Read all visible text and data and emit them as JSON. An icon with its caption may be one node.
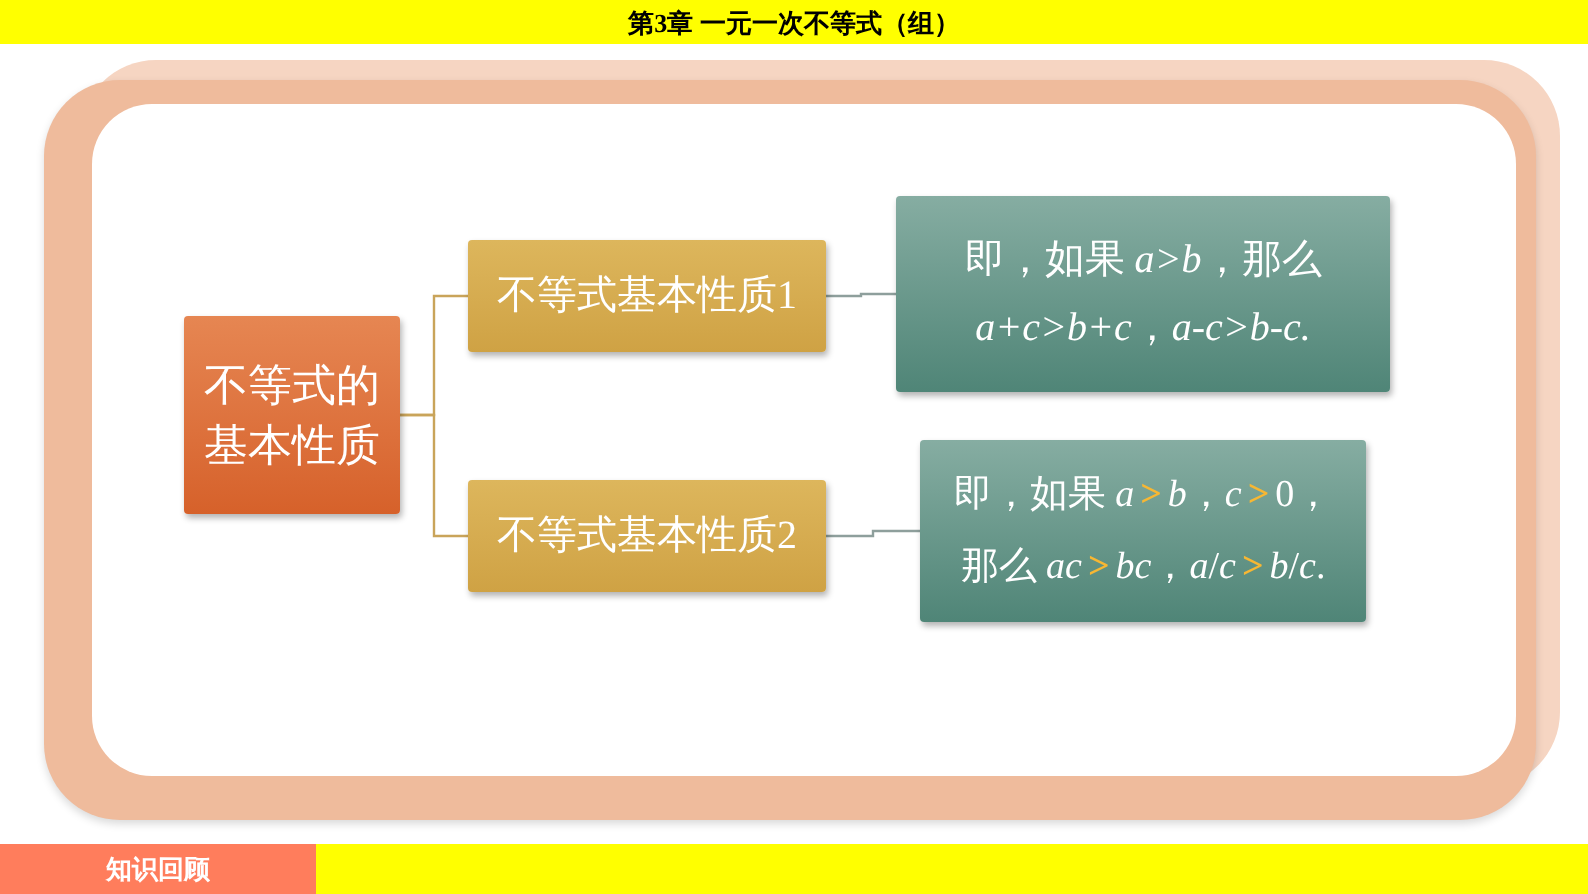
{
  "diagram": {
    "title": "第3章 一元一次不等式（组）",
    "nodes": [
      {
        "text": [
          "不等式的基本性质"
        ]
      },
      {
        "text": [
          "不等式基本性质1"
        ]
      },
      {
        "text": [
          "不等式基本性质2"
        ]
      },
      {
        "text": [
          "即，如果 *a>b*，那么 *a+c>b+c*，*a-c>b-c.*"
        ]
      },
      {
        "text": [
          "即，如果 *a*>*b*，*c*>0，那么 *ac*>*bc*，*a*/*c*>*b*/*c*."
        ]
      }
    ],
    "edges": [
      {
        "from": 0,
        "to": 1,
        "arrow": "none",
        "color": "#c9a45a"
      },
      {
        "from": 0,
        "to": 2,
        "arrow": "none",
        "color": "#c9a45a"
      },
      {
        "from": 1,
        "to": 3,
        "arrow": "none"
      },
      {
        "from": 2,
        "to": 4,
        "arrow": "none"
      }
    ],
    "labels": [
      "知识回顾"
    ]
  }
}
